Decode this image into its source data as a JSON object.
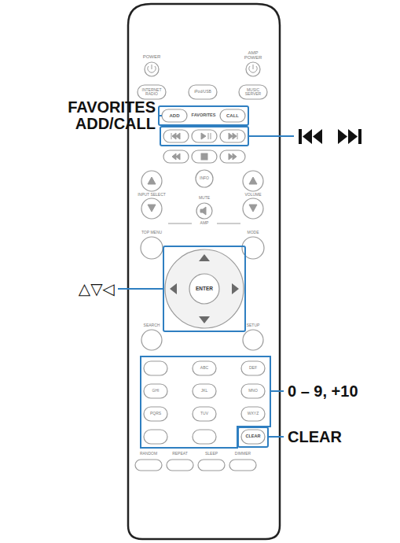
{
  "diagram": {
    "labels": [
      "POWER",
      "AMP POWER",
      "INTERNET RADIO",
      "iPod/USB",
      "MUSIC SERVER",
      "ADD",
      "FAVORITES",
      "CALL",
      "INFO",
      "INPUT SELECT",
      "MUTE",
      "VOLUME",
      "AMP",
      "TOP MENU",
      "MODE",
      "ENTER",
      "SEARCH",
      "SETUP",
      "ABC",
      "DEF",
      "GHI",
      "JKL",
      "MNO",
      "PQRS",
      "TUV",
      "WXYZ",
      "CLEAR",
      "RANDOM",
      "REPEAT",
      "SLEEP",
      "DIMMER",
      "FAVORITES ADD/CALL",
      "△▽◁",
      "0 – 9, +10",
      "CLEAR"
    ]
  }
}
